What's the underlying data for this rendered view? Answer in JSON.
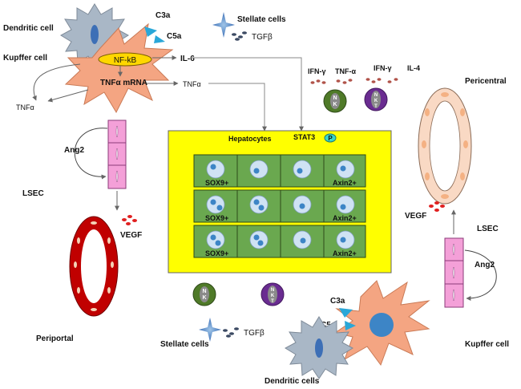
{
  "labels": {
    "dendritic_cell_top": "Dendritic cell",
    "c3a_top": "C3a",
    "c5a_top": "C5a",
    "stellate_cells_top": "Stellate cells",
    "tgfb_top": "TGFβ",
    "kupffer_cell_top": "Kupffer cell",
    "nfkb": "NF-kB",
    "il6": "IL-6",
    "tnfa_mrna": "TNFα mRNA",
    "tnfa_right": "TNFα",
    "tnfa_left": "TNFα",
    "ifn_gamma_1": "IFN-γ",
    "tnf_alpha_2": "TNF-α",
    "ifn_gamma_3": "IFN-γ",
    "il4": "IL-4",
    "pericentral": "Pericentral",
    "ang2_left": "Ang2",
    "lsec_left": "LSEC",
    "vegf_left": "VEGF",
    "periportal": "Periportal",
    "hepatocytes": "Hepatocytes",
    "stat3": "STAT3",
    "p": "P",
    "vegf_right": "VEGF",
    "lsec_right": "LSEC",
    "ang2_right": "Ang2",
    "stellate_cells_bottom": "Stellate cells",
    "tgfb_bottom": "TGFβ",
    "c3a_bottom": "C3a",
    "c5a_bottom": "C5a",
    "kupffer_cell_bottom": "Kupffer cell",
    "dendritic_cells_bottom": "Dendritic cells",
    "nk_n": "N",
    "nk_k": "K",
    "nk_t": "T"
  },
  "hepatocyte_rows": [
    {
      "left_marker": "SOX9+",
      "right_marker": "Axin2+"
    },
    {
      "left_marker": "SOX9+",
      "right_marker": "Axin2+"
    },
    {
      "left_marker": "SOX9+",
      "right_marker": "Axin2+"
    }
  ],
  "colors": {
    "hepatocyte_zone": "#ffff00",
    "hepatocyte_cell": "#6aa84f",
    "kupffer": "#f4a582",
    "dendritic": "#a9b7c6",
    "lsec": "#f4a0d8",
    "periportal": "#c00000",
    "pericentral": "#f9d9c4",
    "nk_green": "#4f7a28",
    "nk_purple": "#6a2c91",
    "complement": "#2aa7d8",
    "nfkb": "#ffd700"
  }
}
